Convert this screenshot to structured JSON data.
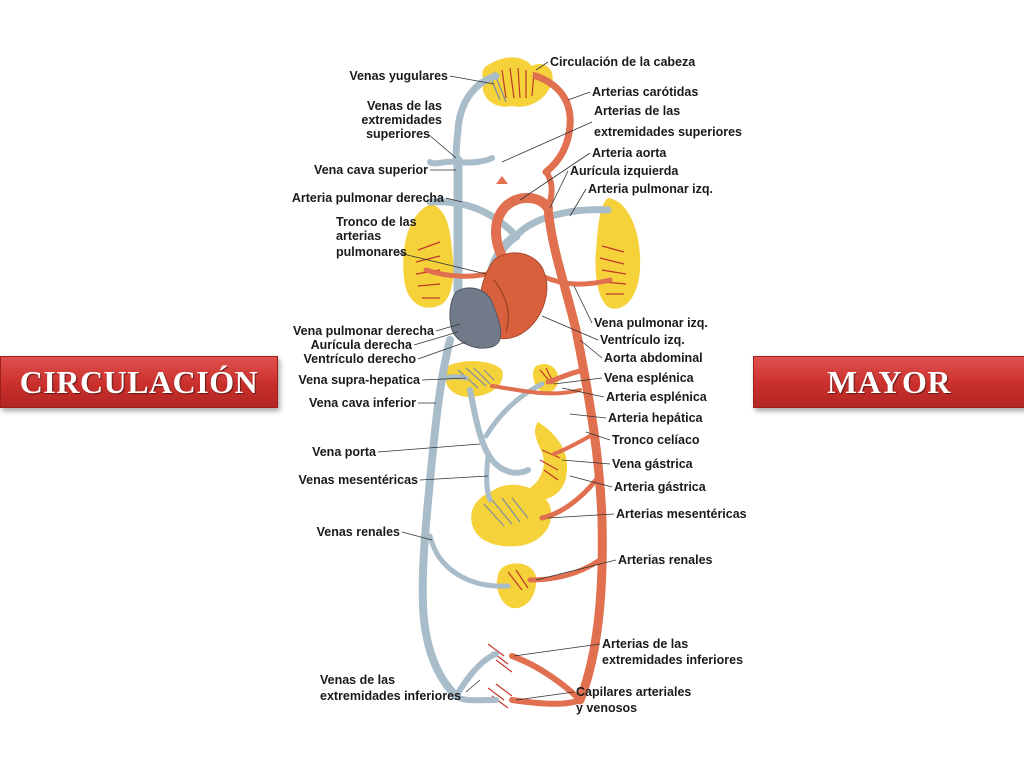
{
  "banners": {
    "left": "CIRCULACIÓN",
    "right": "MAYOR"
  },
  "colors": {
    "artery": "#e07050",
    "vein": "#a9bcc9",
    "heart_left": "#d9603c",
    "heart_right": "#707a88",
    "organ": "#f5d13a",
    "banner": "#c9302c"
  },
  "labels": {
    "venas_yugulares": "Venas yugulares",
    "venas_ext_sup_1": "Venas de las",
    "venas_ext_sup_2": "extremidades",
    "venas_ext_sup_3": "superiores",
    "vena_cava_superior": "Vena cava superior",
    "arteria_pulmonar_derecha": "Arteria pulmonar derecha",
    "tronco_1": "Tronco de las",
    "tronco_2": "arterias",
    "tronco_3": "pulmonares",
    "vena_pulmonar_derecha": "Vena pulmonar derecha",
    "auricula_derecha": "Aurícula derecha",
    "ventriculo_derecho": "Ventrículo derecho",
    "vena_supra_hepatica": "Vena supra-hepatica",
    "vena_cava_inferior": "Vena cava inferior",
    "vena_porta": "Vena porta",
    "venas_mesentericas": "Venas mesentéricas",
    "venas_renales": "Venas renales",
    "venas_ext_inf_1": "Venas de las",
    "venas_ext_inf_2": "extremidades inferiores",
    "circulacion_cabeza": "Circulación de la cabeza",
    "arterias_carotidas": "Arterias carótidas",
    "arterias_ext_sup_1": "Arterias de las",
    "arterias_ext_sup_2": "extremidades superiores",
    "arteria_aorta": "Arteria aorta",
    "auricula_izquierda": "Aurícula izquierda",
    "arteria_pulmonar_izq": "Arteria pulmonar izq.",
    "vena_pulmonar_izq": "Vena pulmonar izq.",
    "ventriculo_izq": "Ventrículo izq.",
    "aorta_abdominal": "Aorta abdominal",
    "vena_esplenica": "Vena esplénica",
    "arteria_esplenica": "Arteria esplénica",
    "arteria_hepatica": "Arteria hepática",
    "tronco_celiaco": "Tronco celíaco",
    "vena_gastrica": "Vena gástrica",
    "arteria_gastrica": "Arteria gástrica",
    "arterias_mesentericas": "Arterias mesentéricas",
    "arterias_renales": "Arterias renales",
    "arterias_ext_inf_1": "Arterias de las",
    "arterias_ext_inf_2": "extremidades inferiores",
    "capilares_1": "Capilares arteriales",
    "capilares_2": "y venosos"
  }
}
